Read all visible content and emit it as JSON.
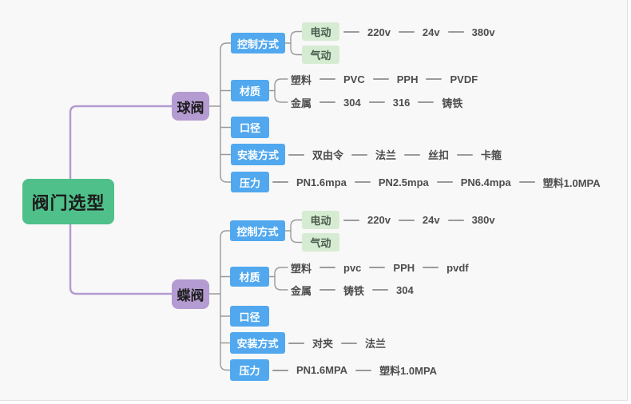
{
  "palette": {
    "canvas_bg": "#f8f8f8",
    "root_green": "#4fc08a",
    "branch_purple": "#b49bd1",
    "topic_blue": "#51a8ee",
    "leaf_green_bg": "#d6ecd2",
    "text_dark": "#4d4d4d",
    "connector_gray": "#9a9a9a"
  },
  "root": {
    "label": "阀门选型"
  },
  "branches": [
    {
      "label": "球阀",
      "topics": [
        {
          "label": "控制方式",
          "children": [
            {
              "label": "电动",
              "chain": [
                "220v",
                "24v",
                "380v"
              ]
            },
            {
              "label": "气动"
            }
          ]
        },
        {
          "label": "材质",
          "rows": [
            {
              "head": "塑料",
              "chain": [
                "PVC",
                "PPH",
                "PVDF"
              ]
            },
            {
              "head": "金属",
              "chain": [
                "304",
                "316",
                "铸铁"
              ]
            }
          ]
        },
        {
          "label": "口径"
        },
        {
          "label": "安装方式",
          "chain": [
            "双由令",
            "法兰",
            "丝扣",
            "卡箍"
          ]
        },
        {
          "label": "压力",
          "chain": [
            "PN1.6mpa",
            "PN2.5mpa",
            "PN6.4mpa",
            "塑料1.0MPA"
          ]
        }
      ]
    },
    {
      "label": "蝶阀",
      "topics": [
        {
          "label": "控制方式",
          "children": [
            {
              "label": "电动",
              "chain": [
                "220v",
                "24v",
                "380v"
              ]
            },
            {
              "label": "气动"
            }
          ]
        },
        {
          "label": "材质",
          "rows": [
            {
              "head": "塑料",
              "chain": [
                "pvc",
                "PPH",
                "pvdf"
              ]
            },
            {
              "head": "金属",
              "chain": [
                "铸铁",
                "304"
              ]
            }
          ]
        },
        {
          "label": "口径"
        },
        {
          "label": "安装方式",
          "chain": [
            "对夹",
            "法兰"
          ]
        },
        {
          "label": "压力",
          "chain": [
            "PN1.6MPA",
            "塑料1.0MPA"
          ]
        }
      ]
    }
  ]
}
